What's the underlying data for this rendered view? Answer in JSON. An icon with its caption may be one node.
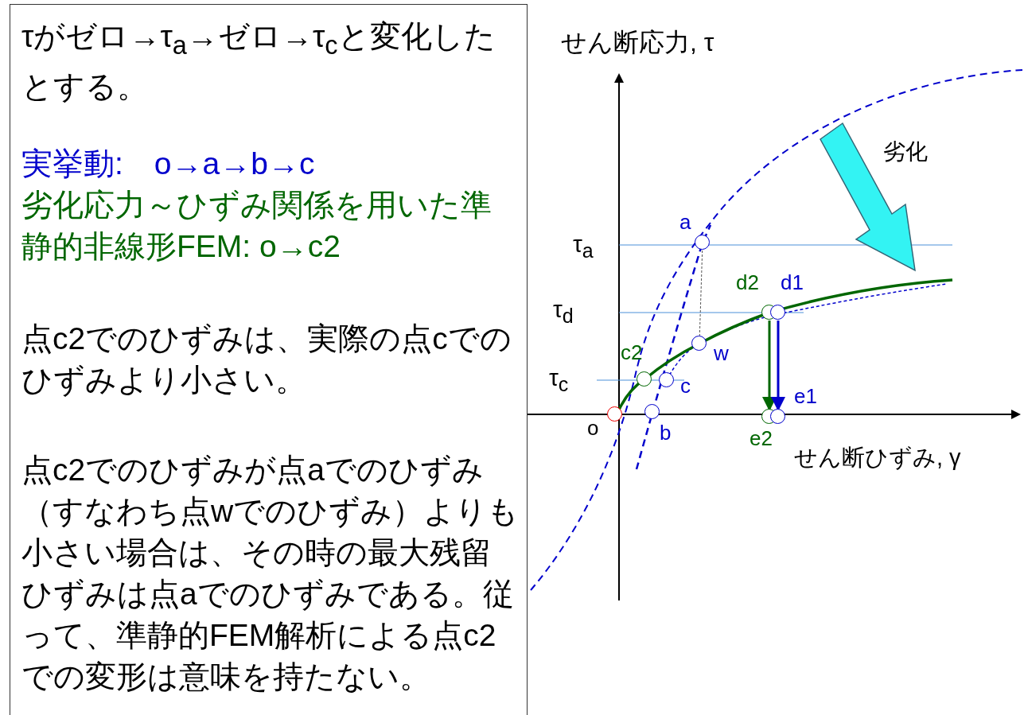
{
  "diagram": {
    "nodes": [
      {
        "text": [
          "τがゼロ→τ$_{a}$→ゼロ→τ$_{c}$と変化したとする。",
          "実挙動:　o→a→b→c",
          "劣化応力～ひずみ関係を用いた準静的非線形FEM: o→c2",
          "点c2でのひずみは、実際の点cでのひずみより小さい。",
          "点c2でのひずみが点aでのひずみ（すなわち点wでのひずみ）よりも小さい場合は、その時の最大残留ひずみは点aでのひずみである。従って、準静的FEM解析による点c2での変形は意味を持たない。"
        ]
      },
      {
        "text": [],
        "shape": "circle",
        "beside": [
          "a"
        ]
      },
      {
        "text": [],
        "shape": "circle",
        "beside": [
          "d2"
        ]
      },
      {
        "text": [],
        "shape": "circle",
        "beside": [
          "d1"
        ]
      },
      {
        "text": [],
        "shape": "circle",
        "beside": [
          "w"
        ]
      },
      {
        "text": [],
        "shape": "circle",
        "beside": [
          "c2"
        ]
      },
      {
        "text": [],
        "shape": "circle",
        "beside": [
          "c"
        ]
      },
      {
        "text": [],
        "shape": "circle",
        "beside": [
          "o"
        ]
      },
      {
        "text": [],
        "shape": "circle",
        "beside": [
          "b"
        ]
      },
      {
        "text": [],
        "shape": "circle",
        "beside": [
          "e2"
        ]
      },
      {
        "text": [],
        "shape": "circle",
        "beside": [
          "e1"
        ]
      }
    ],
    "edges": [
      {
        "from": 1,
        "to": 4,
        "arrow": "none",
        "style": "dashed",
        "color": "#555555"
      },
      {
        "from": 2,
        "to": 9,
        "arrow": "to",
        "color": "#006600"
      },
      {
        "from": 3,
        "to": 10,
        "arrow": "to",
        "color": "#0000cc"
      }
    ],
    "labels": [
      "せん断応力, τ",
      "劣化",
      "τ$_{a}$",
      "τ$_{d}$",
      "τ$_{c}$",
      "せん断ひずみ, γ"
    ]
  }
}
